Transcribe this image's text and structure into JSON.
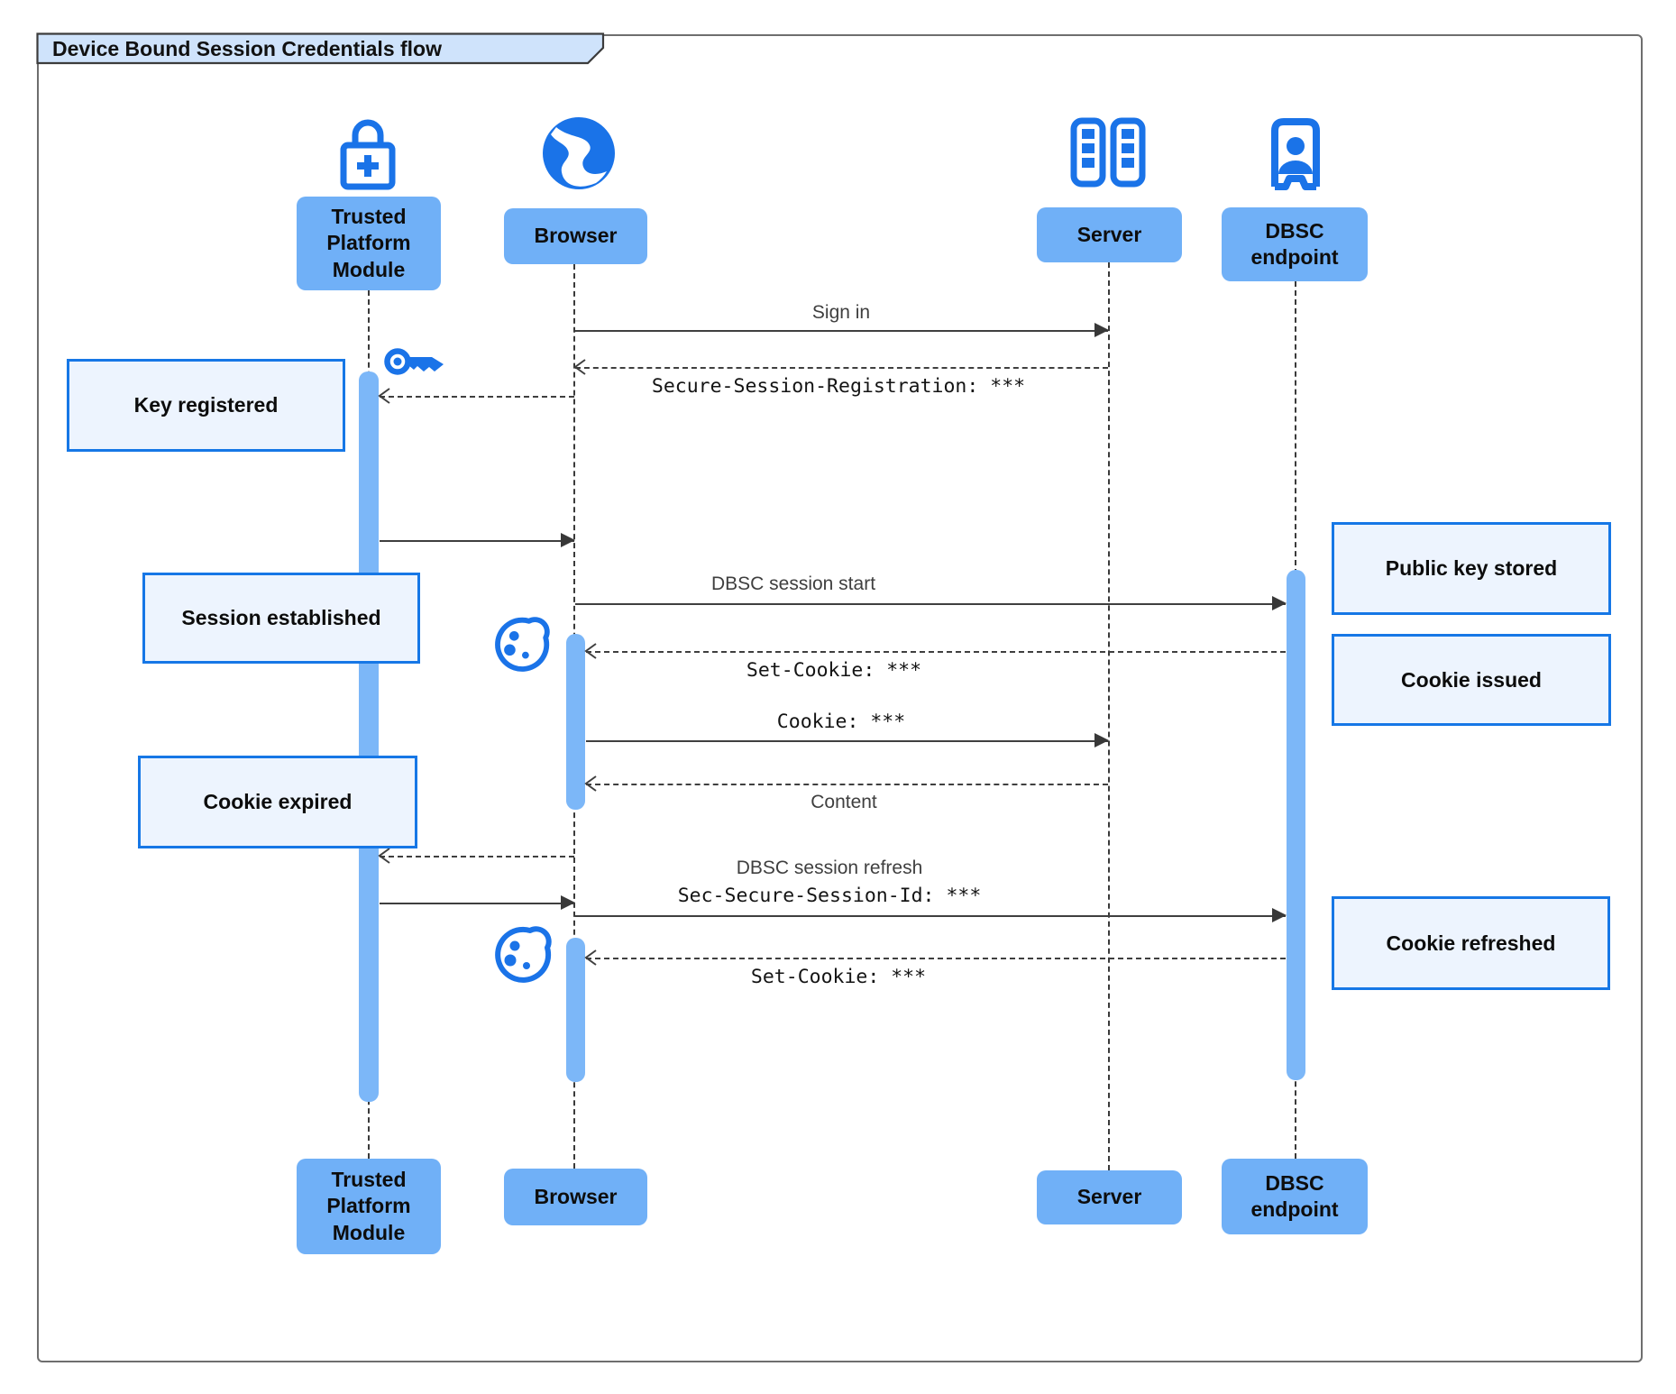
{
  "title": "Device Bound Session Credentials flow",
  "participants": {
    "tpm": {
      "label": "Trusted Platform Module",
      "icon": "lock-plus-icon"
    },
    "browser": {
      "label": "Browser",
      "icon": "globe-icon"
    },
    "server": {
      "label": "Server",
      "icon": "server-racks-icon"
    },
    "dbsc": {
      "label": "DBSC endpoint",
      "icon": "badge-person-icon"
    }
  },
  "messages": [
    {
      "from": "browser",
      "to": "server",
      "type": "solid",
      "label": "Sign in"
    },
    {
      "from": "server",
      "to": "browser",
      "type": "dashed",
      "label": "Secure-Session-Registration: ***"
    },
    {
      "from": "browser",
      "to": "tpm",
      "type": "dashed",
      "label": ""
    },
    {
      "from": "tpm",
      "to": "browser",
      "type": "solid",
      "label": ""
    },
    {
      "from": "browser",
      "to": "dbsc",
      "type": "solid",
      "label": "DBSC session start"
    },
    {
      "from": "dbsc",
      "to": "browser",
      "type": "dashed",
      "label": "Set-Cookie: ***"
    },
    {
      "from": "browser",
      "to": "server",
      "type": "solid",
      "label": "Cookie: ***"
    },
    {
      "from": "server",
      "to": "browser",
      "type": "dashed",
      "label": "Content"
    },
    {
      "from": "browser",
      "to": "tpm",
      "type": "dashed",
      "label": ""
    },
    {
      "from": "tpm",
      "to": "browser",
      "type": "solid",
      "label": ""
    },
    {
      "from": "browser",
      "to": "dbsc",
      "type": "solid",
      "label": "DBSC session refresh",
      "label2": "Sec-Secure-Session-Id: ***"
    },
    {
      "from": "dbsc",
      "to": "browser",
      "type": "dashed",
      "label": "Set-Cookie: ***"
    }
  ],
  "notes": {
    "key_registered": "Key registered",
    "session_established": "Session established",
    "cookie_expired": "Cookie expired",
    "public_key_stored": "Public key stored",
    "cookie_issued": "Cookie issued",
    "cookie_refreshed": "Cookie refreshed"
  },
  "icons": {
    "tpm": "lock-plus-icon",
    "browser": "globe-icon",
    "server": "server-racks-icon",
    "dbsc": "badge-person-icon",
    "key": "key-icon",
    "cookie": "cookie-icon"
  },
  "colors": {
    "actor_fill": "#70b0f7",
    "icon_blue": "#1a73e8",
    "activation_fill": "#7cb7f8",
    "note_fill": "#edf4fe",
    "note_border": "#1677e6",
    "title_tab_fill": "#cfe3fb",
    "arrow": "#3f3f3f",
    "frame_border": "#6e6e6e"
  }
}
